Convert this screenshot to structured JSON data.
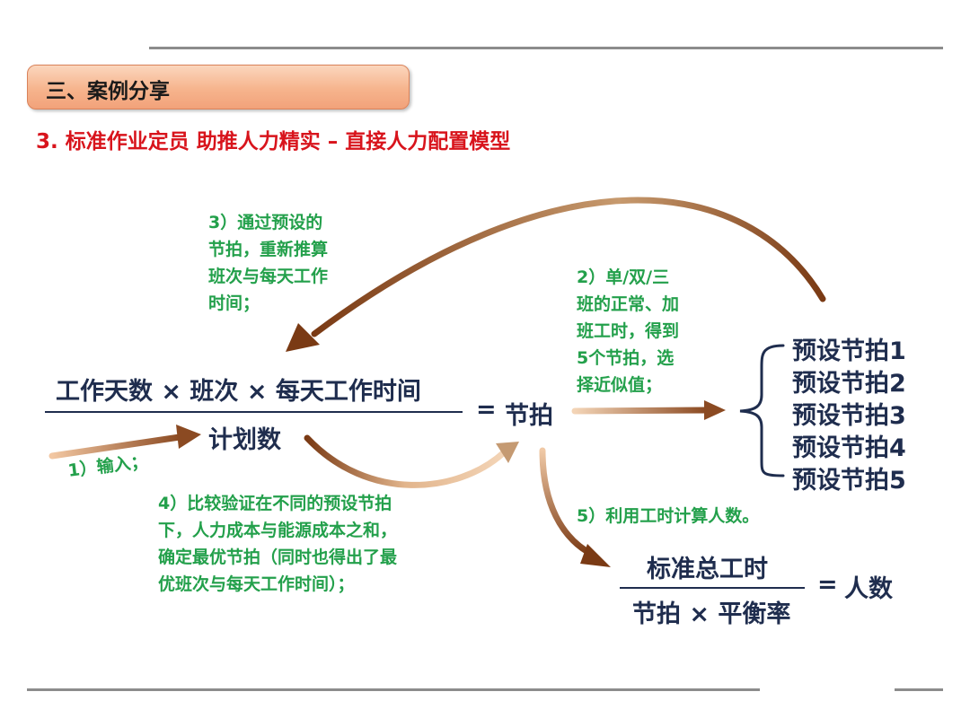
{
  "header": {
    "section_label": "三、案例分享",
    "subtitle": "3. 标准作业定员 助推人力精实 – 直接人力配置模型"
  },
  "formula": {
    "numerator": "工作天数 × 班次 × 每天工作时间",
    "denominator": "计划数",
    "equals": "=",
    "result": "节拍"
  },
  "presets": [
    "预设节拍1",
    "预设节拍2",
    "预设节拍3",
    "预设节拍4",
    "预设节拍5"
  ],
  "steps": {
    "step1": "1）输入；",
    "step2": [
      "2）单/双/三",
      "班的正常、加",
      "班工时，得到",
      "5个节拍，选",
      "择近似值；"
    ],
    "step3": [
      "3）通过预设的",
      "节拍，重新推算",
      "班次与每天工作",
      "时间；"
    ],
    "step4": [
      "4）比较验证在不同的预设节拍",
      "下，人力成本与能源成本之和，",
      "确定最优节拍（同时也得出了最",
      "优班次与每天工作时间）；"
    ],
    "step5": "5）利用工时计算人数。"
  },
  "headcount_formula": {
    "numerator": "标准总工时",
    "denominator": "节拍 × 平衡率",
    "equals": "=",
    "result": "人数"
  },
  "colors": {
    "accent_red": "#d8141c",
    "step_green": "#23a04b",
    "formula_navy": "#1f2d4e",
    "tab_fill": "#f6b48d",
    "arrow_brown": "#8b4a22"
  }
}
